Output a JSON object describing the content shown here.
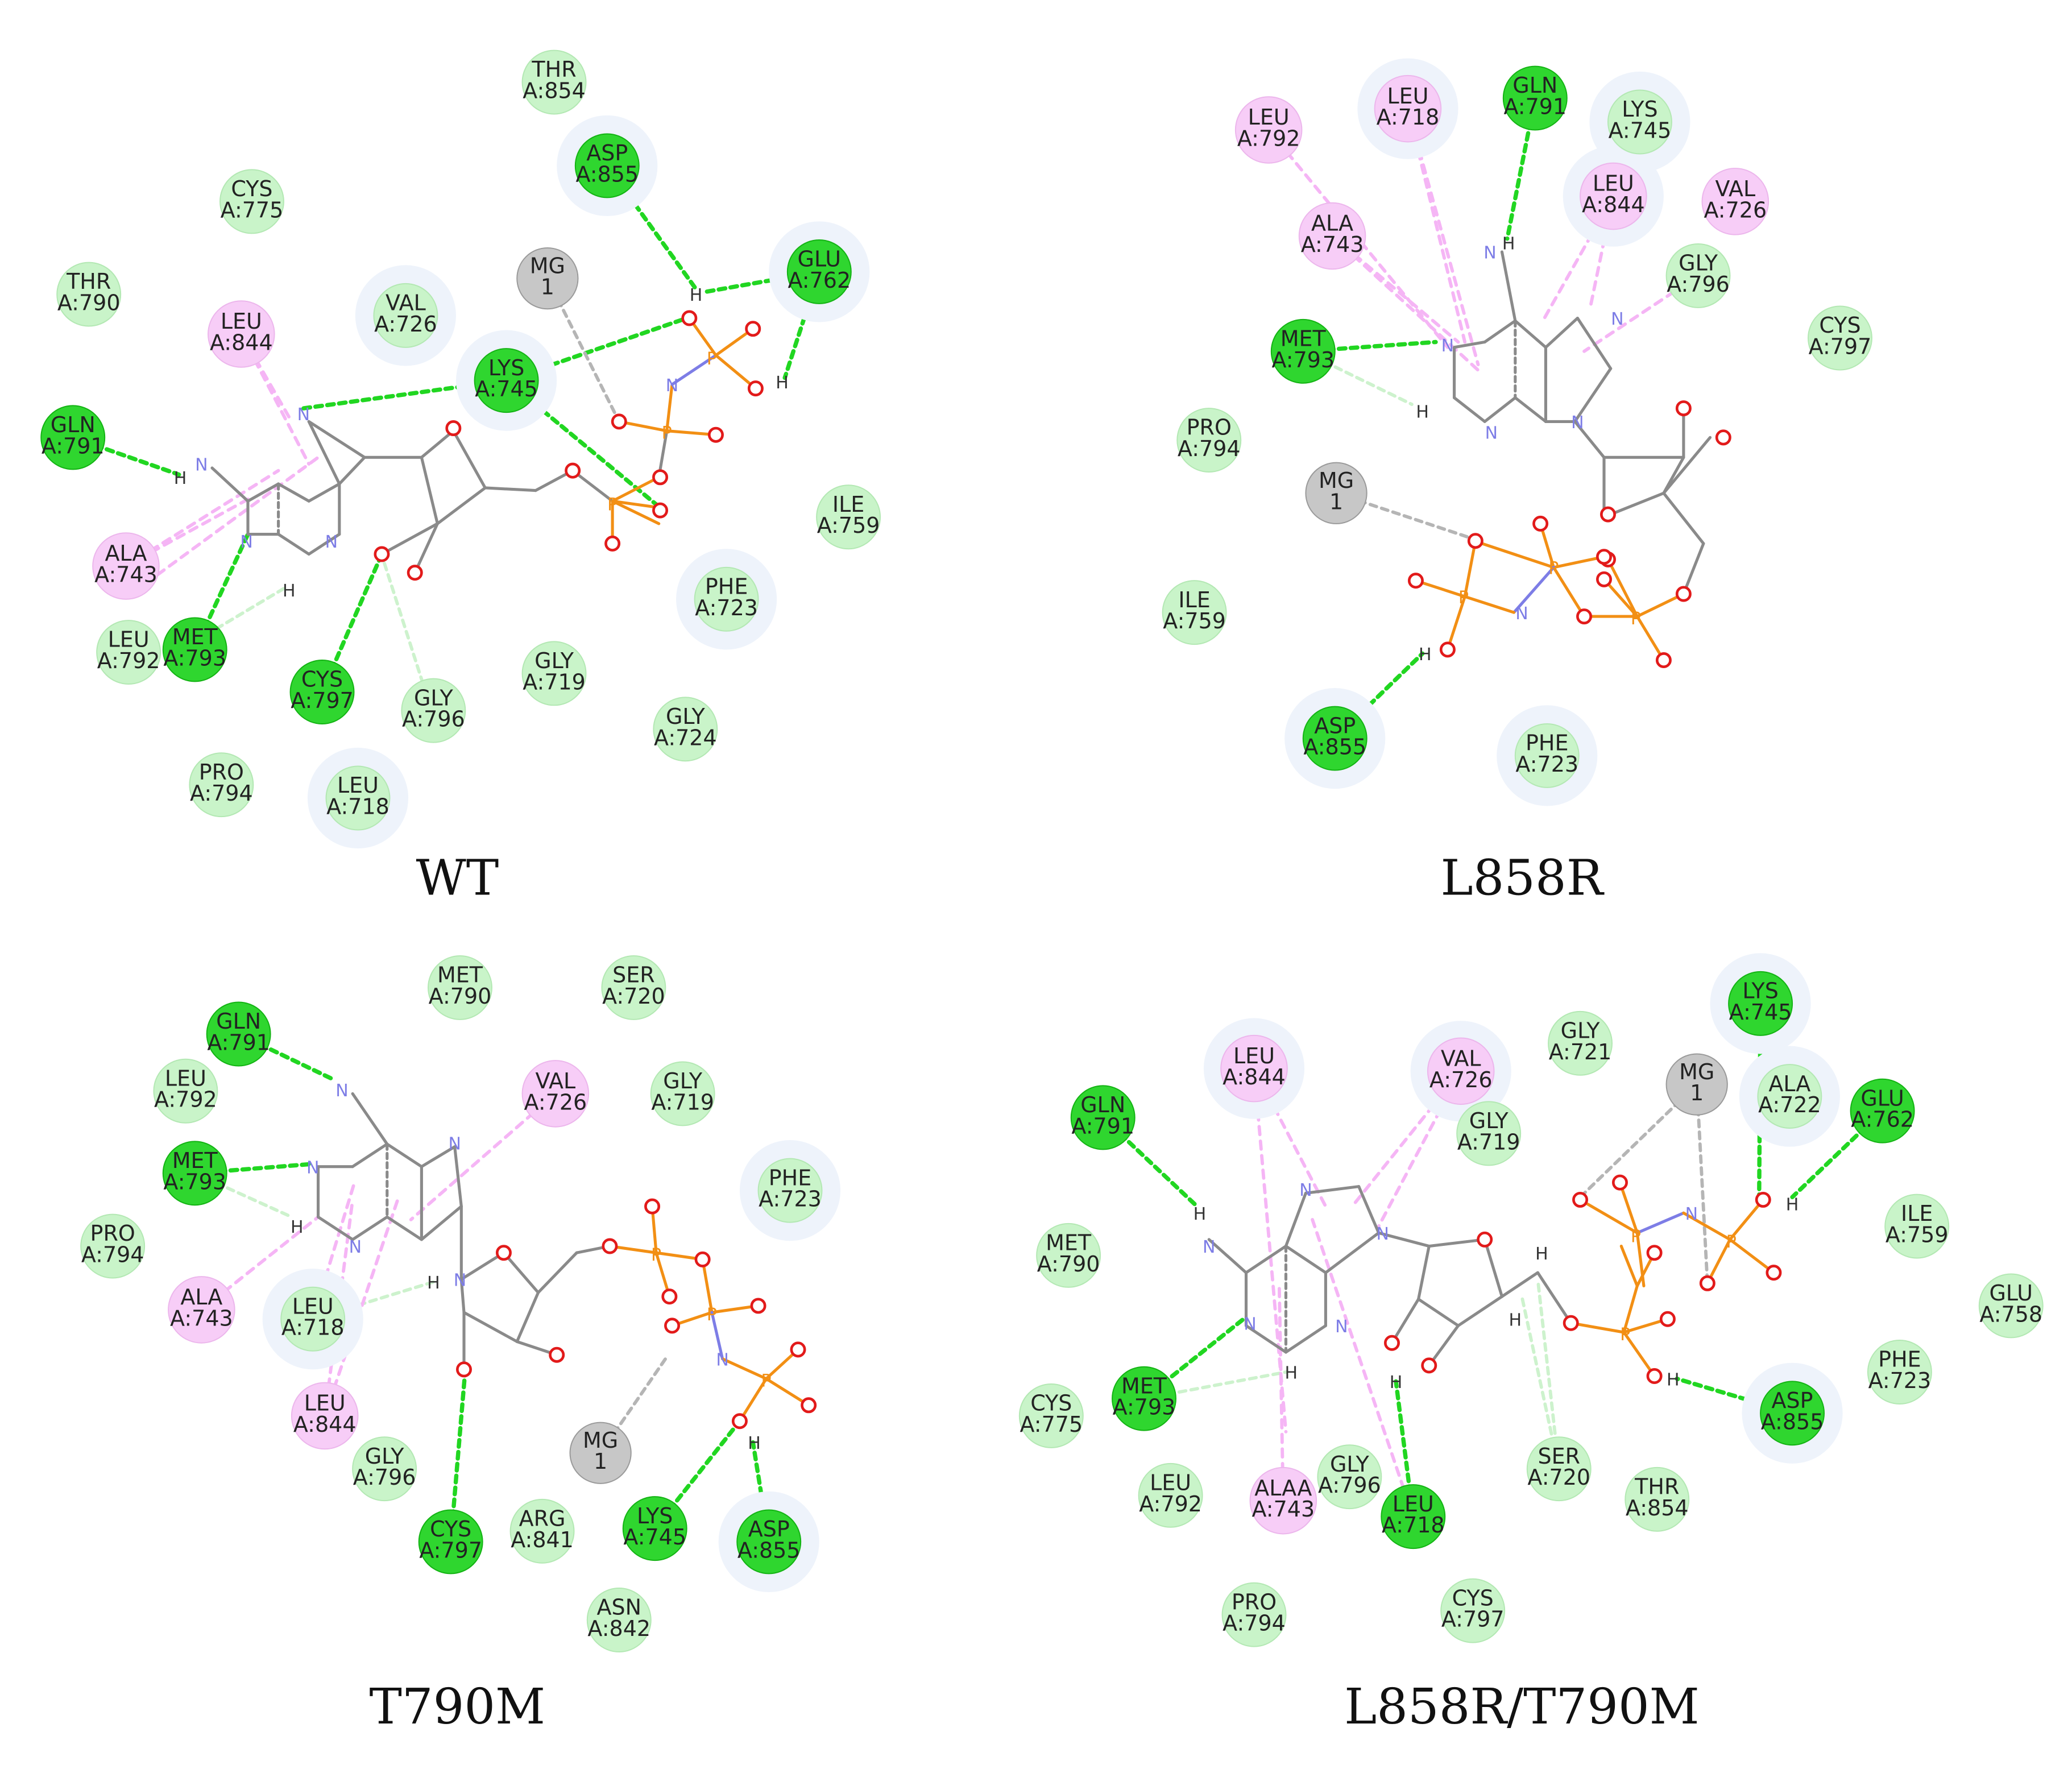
{
  "colors": {
    "conventional_hbond": "#21d621",
    "carbon_hbond": "#cdf2cd",
    "pi_alkyl": "#f5b5f5",
    "metal": "#b5b5b5",
    "vdw": "#c9f4c9",
    "hbond_residue": "#2fd62f",
    "alkyl_residue": "#f7cdf7",
    "metal_fill": "#c7c7c7",
    "carbon": "#8a8a8a",
    "nitrogen": "#7d7de6",
    "oxygen": "#e21a1a",
    "phosphorus": "#f28f14"
  },
  "panels": [
    {
      "label": "WT",
      "residues": [
        {
          "name": "THR",
          "id": "A:854",
          "type": "vdw"
        },
        {
          "name": "ASP",
          "id": "A:855",
          "type": "hbond"
        },
        {
          "name": "CYS",
          "id": "A:775",
          "type": "vdw"
        },
        {
          "name": "GLU",
          "id": "A:762",
          "type": "hbond"
        },
        {
          "name": "THR",
          "id": "A:790",
          "type": "vdw"
        },
        {
          "name": "MG",
          "id": "1",
          "type": "metal"
        },
        {
          "name": "LEU",
          "id": "A:844",
          "type": "alkyl"
        },
        {
          "name": "VAL",
          "id": "A:726",
          "type": "vdw"
        },
        {
          "name": "LYS",
          "id": "A:745",
          "type": "hbond"
        },
        {
          "name": "GLN",
          "id": "A:791",
          "type": "hbond"
        },
        {
          "name": "ILE",
          "id": "A:759",
          "type": "vdw"
        },
        {
          "name": "ALA",
          "id": "A:743",
          "type": "alkyl"
        },
        {
          "name": "PHE",
          "id": "A:723",
          "type": "vdw"
        },
        {
          "name": "LEU",
          "id": "A:792",
          "type": "vdw"
        },
        {
          "name": "MET",
          "id": "A:793",
          "type": "hbond"
        },
        {
          "name": "CYS",
          "id": "A:797",
          "type": "hbond"
        },
        {
          "name": "GLY",
          "id": "A:796",
          "type": "vdw"
        },
        {
          "name": "GLY",
          "id": "A:719",
          "type": "vdw"
        },
        {
          "name": "GLY",
          "id": "A:724",
          "type": "vdw"
        },
        {
          "name": "PRO",
          "id": "A:794",
          "type": "vdw"
        },
        {
          "name": "LEU",
          "id": "A:718",
          "type": "vdw"
        }
      ]
    },
    {
      "label": "L858R",
      "residues": [
        {
          "name": "LEU",
          "id": "A:792",
          "type": "alkyl"
        },
        {
          "name": "LEU",
          "id": "A:718",
          "type": "alkyl"
        },
        {
          "name": "GLN",
          "id": "A:791",
          "type": "hbond"
        },
        {
          "name": "LYS",
          "id": "A:745",
          "type": "vdw"
        },
        {
          "name": "LEU",
          "id": "A:844",
          "type": "alkyl"
        },
        {
          "name": "VAL",
          "id": "A:726",
          "type": "alkyl"
        },
        {
          "name": "ALA",
          "id": "A:743",
          "type": "alkyl"
        },
        {
          "name": "GLY",
          "id": "A:796",
          "type": "vdw"
        },
        {
          "name": "MET",
          "id": "A:793",
          "type": "hbond"
        },
        {
          "name": "CYS",
          "id": "A:797",
          "type": "vdw"
        },
        {
          "name": "PRO",
          "id": "A:794",
          "type": "vdw"
        },
        {
          "name": "MG",
          "id": "1",
          "type": "metal"
        },
        {
          "name": "ILE",
          "id": "A:759",
          "type": "vdw"
        },
        {
          "name": "ASP",
          "id": "A:855",
          "type": "hbond"
        },
        {
          "name": "PHE",
          "id": "A:723",
          "type": "vdw"
        }
      ]
    },
    {
      "label": "T790M",
      "residues": [
        {
          "name": "MET",
          "id": "A:790",
          "type": "vdw"
        },
        {
          "name": "SER",
          "id": "A:720",
          "type": "vdw"
        },
        {
          "name": "GLN",
          "id": "A:791",
          "type": "hbond"
        },
        {
          "name": "LEU",
          "id": "A:792",
          "type": "vdw"
        },
        {
          "name": "VAL",
          "id": "A:726",
          "type": "alkyl"
        },
        {
          "name": "GLY",
          "id": "A:719",
          "type": "vdw"
        },
        {
          "name": "MET",
          "id": "A:793",
          "type": "hbond"
        },
        {
          "name": "PHE",
          "id": "A:723",
          "type": "vdw"
        },
        {
          "name": "PRO",
          "id": "A:794",
          "type": "vdw"
        },
        {
          "name": "ALA",
          "id": "A:743",
          "type": "alkyl"
        },
        {
          "name": "LEU",
          "id": "A:718",
          "type": "vdw"
        },
        {
          "name": "LEU",
          "id": "A:844",
          "type": "alkyl"
        },
        {
          "name": "GLY",
          "id": "A:796",
          "type": "vdw"
        },
        {
          "name": "MG",
          "id": "1",
          "type": "metal"
        },
        {
          "name": "CYS",
          "id": "A:797",
          "type": "hbond"
        },
        {
          "name": "ARG",
          "id": "A:841",
          "type": "vdw"
        },
        {
          "name": "LYS",
          "id": "A:745",
          "type": "hbond"
        },
        {
          "name": "ASP",
          "id": "A:855",
          "type": "hbond"
        },
        {
          "name": "ASN",
          "id": "A:842",
          "type": "vdw"
        }
      ]
    },
    {
      "label": "L858R/T790M",
      "residues": [
        {
          "name": "LYS",
          "id": "A:745",
          "type": "hbond"
        },
        {
          "name": "GLY",
          "id": "A:721",
          "type": "vdw"
        },
        {
          "name": "LEU",
          "id": "A:844",
          "type": "alkyl"
        },
        {
          "name": "VAL",
          "id": "A:726",
          "type": "alkyl"
        },
        {
          "name": "MG",
          "id": "1",
          "type": "metal"
        },
        {
          "name": "ALA",
          "id": "A:722",
          "type": "vdw"
        },
        {
          "name": "GLU",
          "id": "A:762",
          "type": "hbond"
        },
        {
          "name": "GLN",
          "id": "A:791",
          "type": "hbond"
        },
        {
          "name": "GLY",
          "id": "A:719",
          "type": "vdw"
        },
        {
          "name": "ILE",
          "id": "A:759",
          "type": "vdw"
        },
        {
          "name": "MET",
          "id": "A:790",
          "type": "vdw"
        },
        {
          "name": "GLU",
          "id": "A:758",
          "type": "vdw"
        },
        {
          "name": "PHE",
          "id": "A:723",
          "type": "vdw"
        },
        {
          "name": "CYS",
          "id": "A:775",
          "type": "vdw"
        },
        {
          "name": "MET",
          "id": "A:793",
          "type": "hbond"
        },
        {
          "name": "ASP",
          "id": "A:855",
          "type": "hbond"
        },
        {
          "name": "SER",
          "id": "A:720",
          "type": "vdw"
        },
        {
          "name": "LEU",
          "id": "A:792",
          "type": "vdw"
        },
        {
          "name": "ALAA",
          "id": "A:743",
          "type": "alkyl"
        },
        {
          "name": "GLY",
          "id": "A:796",
          "type": "vdw"
        },
        {
          "name": "LEU",
          "id": "A:718",
          "type": "hbond"
        },
        {
          "name": "THR",
          "id": "A:854",
          "type": "vdw"
        },
        {
          "name": "PRO",
          "id": "A:794",
          "type": "vdw"
        },
        {
          "name": "CYS",
          "id": "A:797",
          "type": "vdw"
        }
      ]
    }
  ]
}
